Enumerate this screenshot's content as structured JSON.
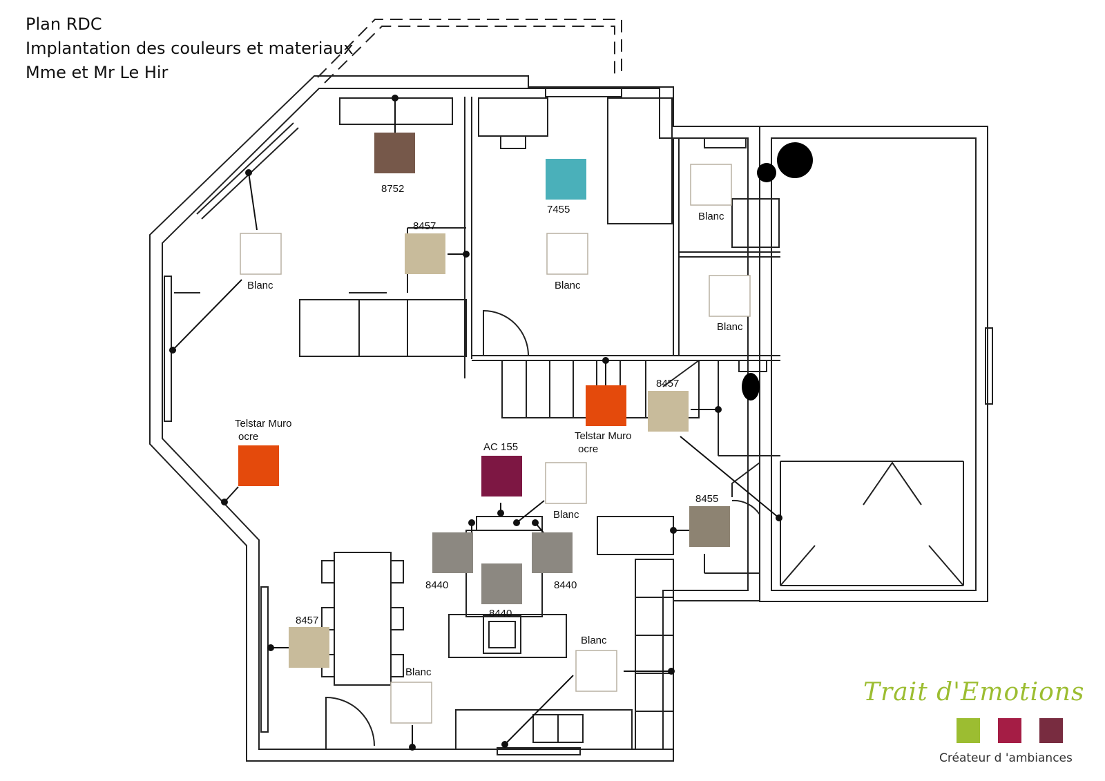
{
  "title": {
    "line1": "Plan RDC",
    "line2": "Implantation des couleurs et materiaux",
    "line3": "Mme et Mr Le Hir"
  },
  "brand": {
    "name": "Trait d'Emotions",
    "tagline": "Créateur d 'ambiances",
    "swatch_colors": [
      "#9cbd31",
      "#a51d45",
      "#782c40"
    ]
  },
  "colors": {
    "wall": "#222222",
    "blanc": "#ffffff",
    "c8752": "#76584a",
    "c7455": "#4ab0ba",
    "c8457": "#c8bb9b",
    "telstar": "#e44a0c",
    "ac155": "#7d1743",
    "c8440": "#8c8881",
    "c8455": "#8d8372"
  },
  "swatches": [
    {
      "id": "s-8752",
      "label": "8752",
      "color": "#76584a"
    },
    {
      "id": "s-7455",
      "label": "7455",
      "color": "#4ab0ba"
    },
    {
      "id": "s-blanc-1",
      "label": "Blanc",
      "color": "#ffffff"
    },
    {
      "id": "s-8457-1",
      "label": "8457",
      "color": "#c8bb9b"
    },
    {
      "id": "s-blanc-2",
      "label": "Blanc",
      "color": "#ffffff"
    },
    {
      "id": "s-blanc-3",
      "label": "Blanc",
      "color": "#ffffff"
    },
    {
      "id": "s-blanc-4",
      "label": "Blanc",
      "color": "#ffffff"
    },
    {
      "id": "s-telstar-1",
      "label": "Telstar Muro",
      "label2": "ocre",
      "color": "#e44a0c"
    },
    {
      "id": "s-telstar-2",
      "label": "Telstar Muro",
      "label2": "ocre",
      "color": "#e44a0c"
    },
    {
      "id": "s-8457-2",
      "label": "8457",
      "color": "#c8bb9b"
    },
    {
      "id": "s-ac155",
      "label": "AC 155",
      "color": "#7d1743"
    },
    {
      "id": "s-blanc-5",
      "label": "Blanc",
      "color": "#ffffff"
    },
    {
      "id": "s-8455",
      "label": "8455",
      "color": "#8d8372"
    },
    {
      "id": "s-8440-1",
      "label": "8440",
      "color": "#8c8881"
    },
    {
      "id": "s-8440-2",
      "label": "8440",
      "color": "#8c8881"
    },
    {
      "id": "s-8440-3",
      "label": "8440",
      "color": "#8c8881"
    },
    {
      "id": "s-8457-3",
      "label": "8457",
      "color": "#c8bb9b"
    },
    {
      "id": "s-blanc-6",
      "label": "Blanc",
      "color": "#ffffff"
    },
    {
      "id": "s-blanc-7",
      "label": "Blanc",
      "color": "#ffffff"
    }
  ]
}
